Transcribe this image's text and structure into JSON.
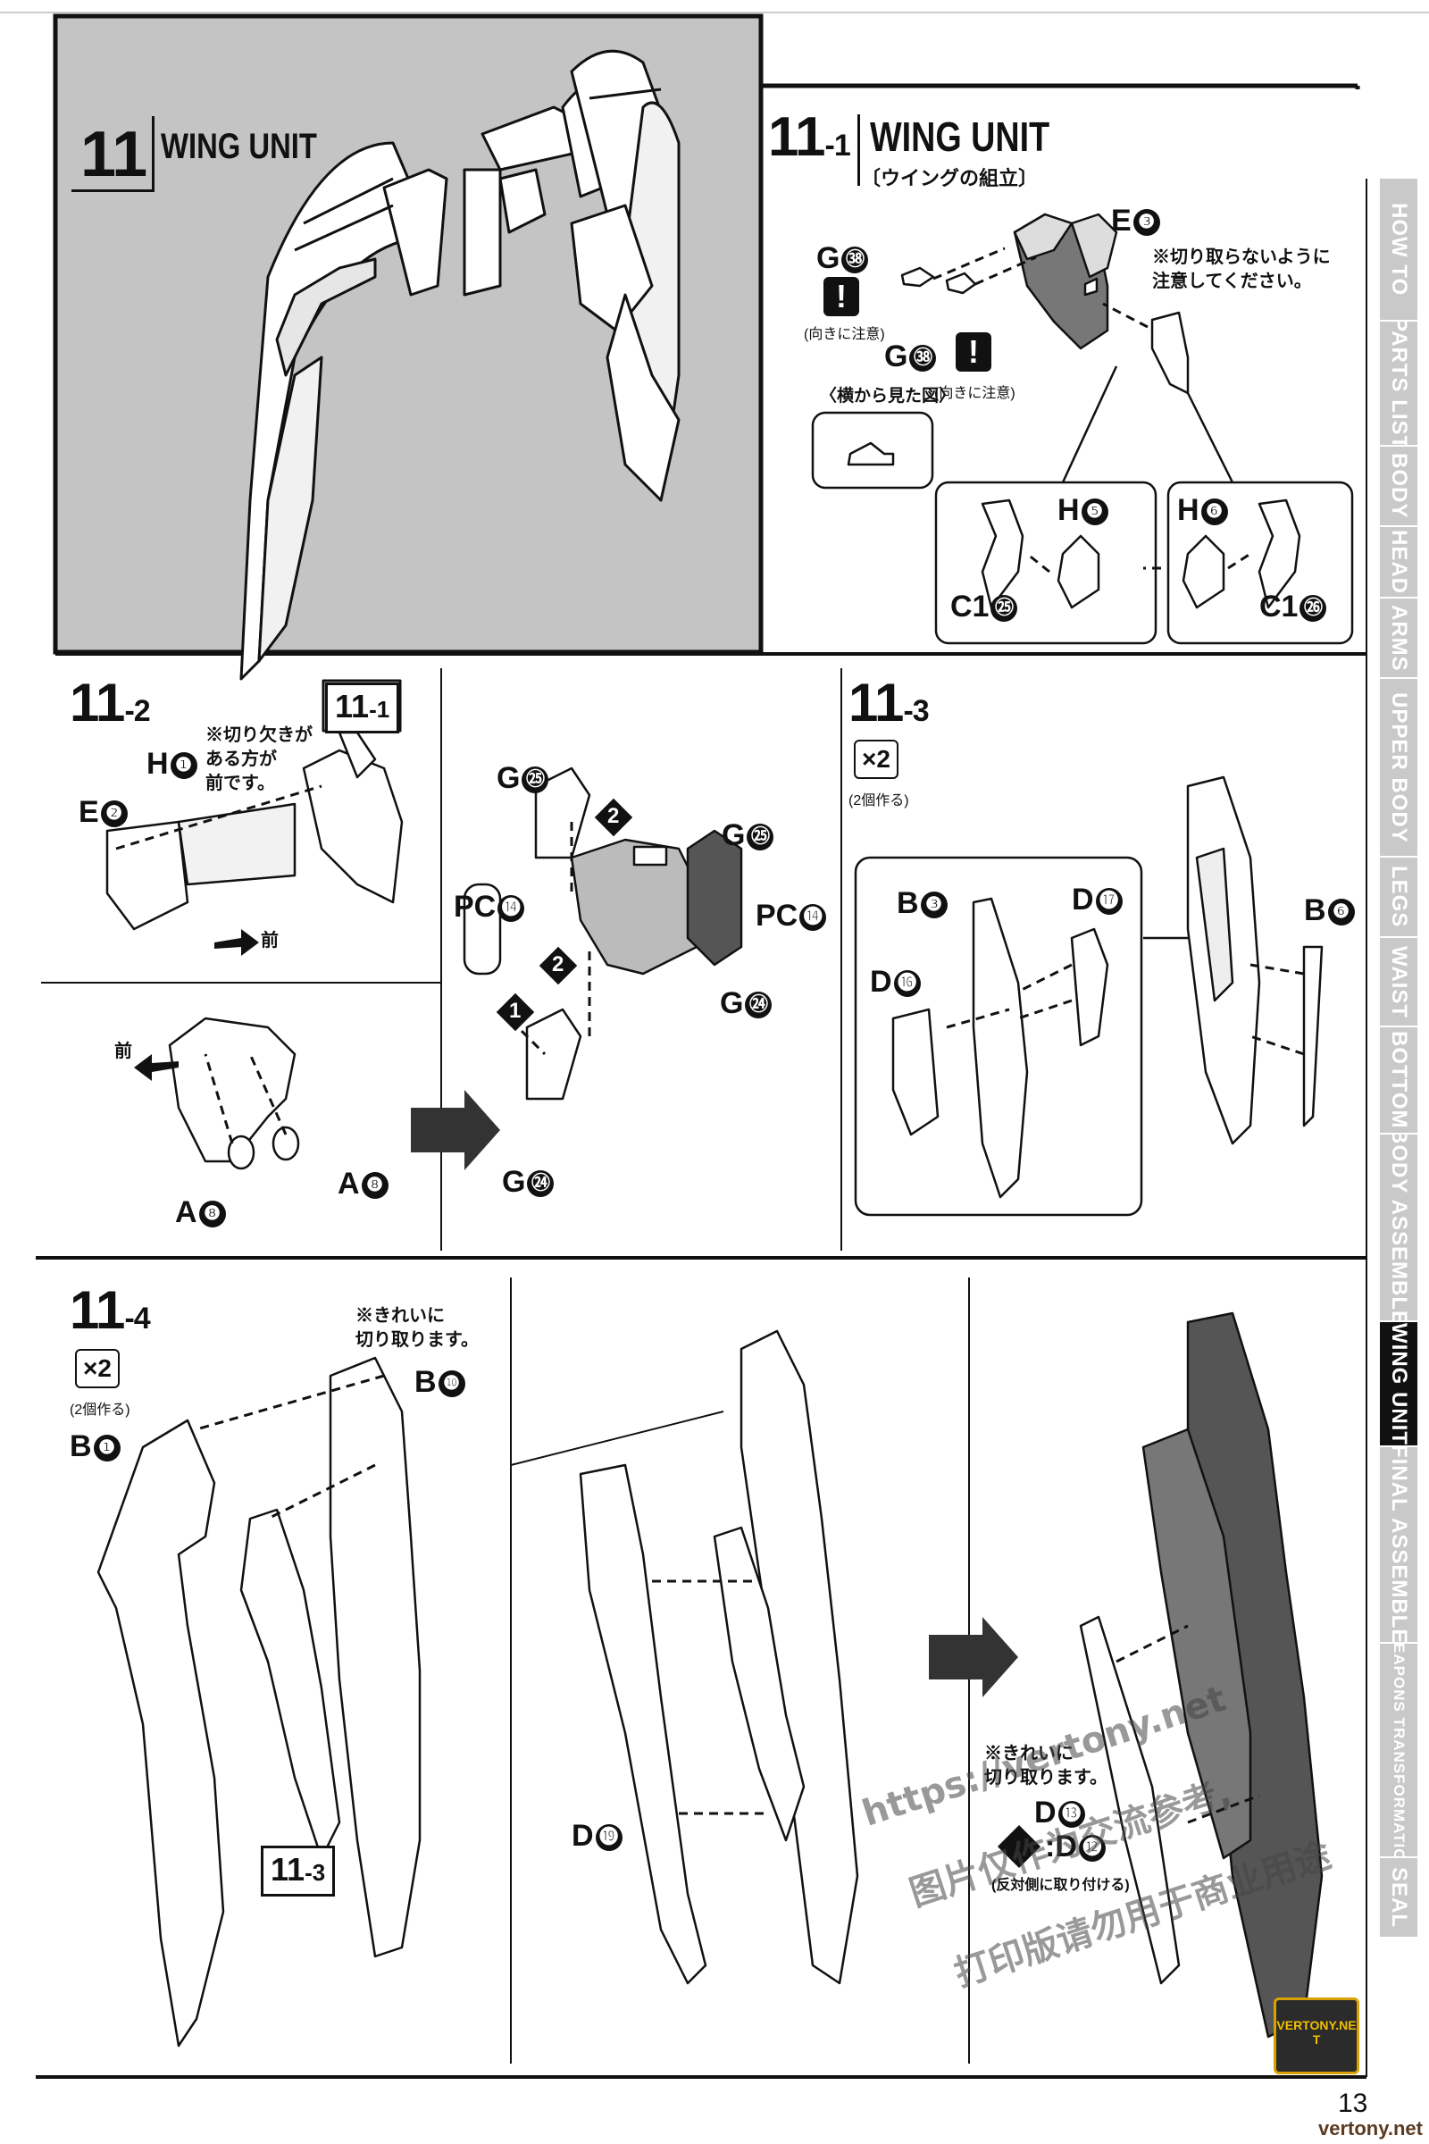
{
  "page_number": "13",
  "site_stamp": "vertony.net",
  "logo_text": "VERTONY.NET",
  "step11": {
    "number": "11",
    "title": "WING UNIT"
  },
  "step11_1": {
    "number": "11",
    "suffix": "-1",
    "title": "WING UNIT",
    "subtitle": "〔ウイングの組立〕",
    "part_e3": "E",
    "part_e3_n": "❸",
    "note_cut": "※切り取らないように\n注意してください。",
    "part_g38a": "G",
    "part_g38a_n": "㊳",
    "part_g38b": "G",
    "part_g38b_n": "㊳",
    "caution_label": "(向きに注意)",
    "caution_mark": "!",
    "side_view_label": "〈横から見た図〉",
    "part_h5": "H",
    "part_h5_n": "❺",
    "part_h6": "H",
    "part_h6_n": "❻",
    "part_c125": "C1",
    "part_c125_n": "㉕",
    "part_c126": "C1",
    "part_c126_n": "㉖"
  },
  "step11_2": {
    "number": "11",
    "suffix": "-2",
    "ref_number": "11",
    "ref_suffix": "-1",
    "note_notch": "※切り欠きが\nある方が\n前です。",
    "part_h1": "H",
    "part_h1_n": "❶",
    "part_e2": "E",
    "part_e2_n": "❷",
    "front_label": "前",
    "part_a8a": "A",
    "part_a8a_n": "❽",
    "part_a8b": "A",
    "part_a8b_n": "❽",
    "part_g25a": "G",
    "part_g25a_n": "㉕",
    "part_g25b": "G",
    "part_g25b_n": "㉕",
    "part_pc14a": "PC",
    "part_pc14a_n": "⓮",
    "part_pc14b": "PC",
    "part_pc14b_n": "⓮",
    "part_g24a": "G",
    "part_g24a_n": "㉔",
    "part_g24b": "G",
    "part_g24b_n": "㉔",
    "order_1": "1",
    "order_2a": "2",
    "order_2b": "2"
  },
  "step11_3": {
    "number": "11",
    "suffix": "-3",
    "multiplier": "×2",
    "make_two": "(2個作る)",
    "part_b3": "B",
    "part_b3_n": "❸",
    "part_d17": "D",
    "part_d17_n": "⓱",
    "part_d16": "D",
    "part_d16_n": "⓰",
    "part_b6": "B",
    "part_b6_n": "❻"
  },
  "step11_4": {
    "number": "11",
    "suffix": "-4",
    "multiplier": "×2",
    "make_two": "(2個作る)",
    "note_clean": "※きれいに\n切り取ります。",
    "part_b1": "B",
    "part_b1_n": "❶",
    "part_b10": "B",
    "part_b10_n": "❿",
    "ref_number": "11",
    "ref_suffix": "-3",
    "part_d19": "D",
    "part_d19_n": "⓳",
    "note_clean2": "※きれいに\n切り取ります。",
    "part_d13": "D",
    "part_d13_n": "⓭",
    "part_d12": "D",
    "part_d12_n": "⓬",
    "reverse_label": "(反対側に取り付ける)"
  },
  "watermarks": {
    "line1": "https://vertony.net",
    "line2": "图片仅作为交流参考,",
    "line3": "打印版请勿用于商业用途"
  },
  "nav": {
    "tabs": [
      {
        "label": "HOW TO",
        "active": false
      },
      {
        "label": "PARTS LIST",
        "active": false
      },
      {
        "label": "BODY",
        "active": false
      },
      {
        "label": "HEAD",
        "active": false
      },
      {
        "label": "ARMS",
        "active": false
      },
      {
        "label": "UPPER BODY",
        "active": false
      },
      {
        "label": "LEGS",
        "active": false
      },
      {
        "label": "WAIST",
        "active": false
      },
      {
        "label": "BOTTOM",
        "active": false
      },
      {
        "label": "BODY ASSEMBLE",
        "active": false
      },
      {
        "label": "WING UNIT",
        "active": true
      },
      {
        "label": "FINAL ASSEMBLE",
        "active": false
      },
      {
        "label": "WEAPONS TRANSFORMATION",
        "active": false
      },
      {
        "label": "SEAL",
        "active": false
      }
    ]
  },
  "colors": {
    "panel_bg": "#c4c4c4",
    "ink": "#111111",
    "tab_gray": "#c9c9c9",
    "tab_active": "#111111"
  }
}
